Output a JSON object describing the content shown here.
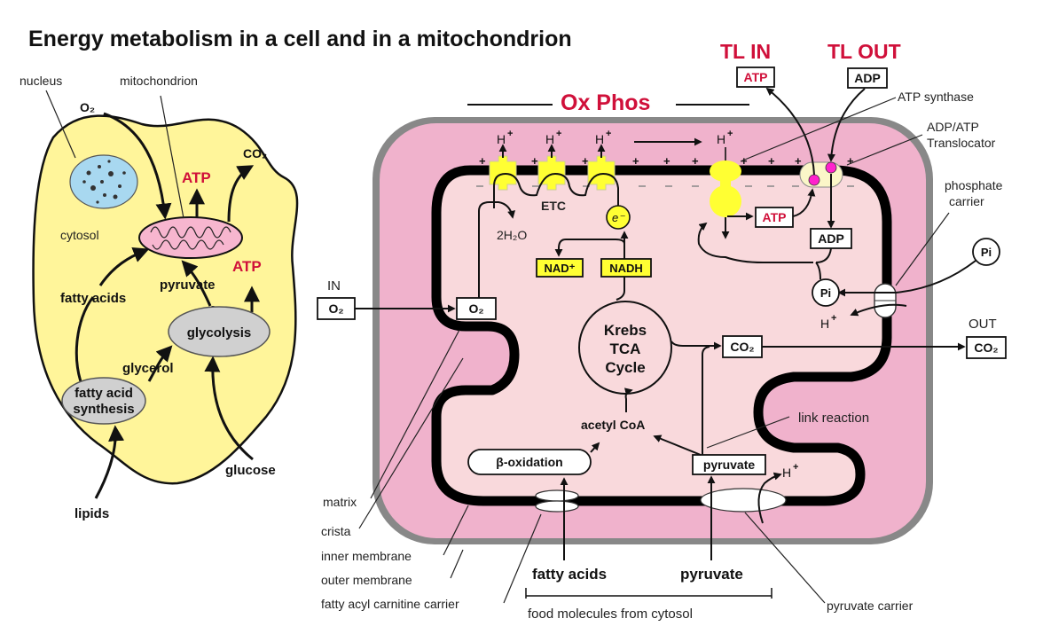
{
  "title": "Energy metabolism in a cell and in a mitochondrion",
  "cell": {
    "labels": {
      "nucleus": "nucleus",
      "mitochondrion": "mitochondrion",
      "cytosol": "cytosol",
      "o2": "O₂",
      "co2": "CO₂",
      "atp_top": "ATP",
      "atp_right": "ATP",
      "pyruvate": "pyruvate",
      "fatty_acids": "fatty acids",
      "glycolysis": "glycolysis",
      "glycerol": "glycerol",
      "fatty_acid_synthesis_1": "fatty acid",
      "fatty_acid_synthesis_2": "synthesis",
      "glucose": "glucose",
      "lipids": "lipids"
    }
  },
  "mito": {
    "ox_phos": "Ox Phos",
    "tl_in": "TL IN",
    "tl_out": "TL OUT",
    "tl_in_box": "ATP",
    "tl_out_box": "ADP",
    "atp_synthase": "ATP synthase",
    "translocator_1": "ADP/ATP",
    "translocator_2": "Translocator",
    "phosphate_carrier_1": "phosphate",
    "phosphate_carrier_2": "carrier",
    "h_plus": "H",
    "plus": "+",
    "etc": "ETC",
    "water": "2H₂O",
    "electron": "e⁻",
    "nad": "NAD⁺",
    "nadh": "NADH",
    "atp_inner": "ATP",
    "adp_inner": "ADP",
    "pi": "Pi",
    "in_label": "IN",
    "out_label": "OUT",
    "o2": "O₂",
    "co2": "CO₂",
    "krebs_1": "Krebs",
    "krebs_2": "TCA",
    "krebs_3": "Cycle",
    "acetyl_coa": "acetyl CoA",
    "beta_oxidation": "β-oxidation",
    "pyruvate_box": "pyruvate",
    "link_reaction": "link reaction",
    "matrix": "matrix",
    "crista": "crista",
    "inner_membrane": "inner membrane",
    "outer_membrane": "outer membrane",
    "fatty_acyl_carrier": "fatty acyl carnitine carrier",
    "fatty_acids": "fatty acids",
    "pyruvate": "pyruvate",
    "food_molecules": "food molecules from cytosol",
    "pyruvate_carrier": "pyruvate carrier"
  },
  "colors": {
    "cytosol": "#fff59a",
    "intermembrane": "#f0b2cc",
    "matrix": "#f9d9dc",
    "outer_membrane": "#888888",
    "complex": "#ffff33",
    "translocator_dot": "#ff22cc",
    "accent_red": "#d0103a",
    "nucleus": "#a8d8f0"
  }
}
